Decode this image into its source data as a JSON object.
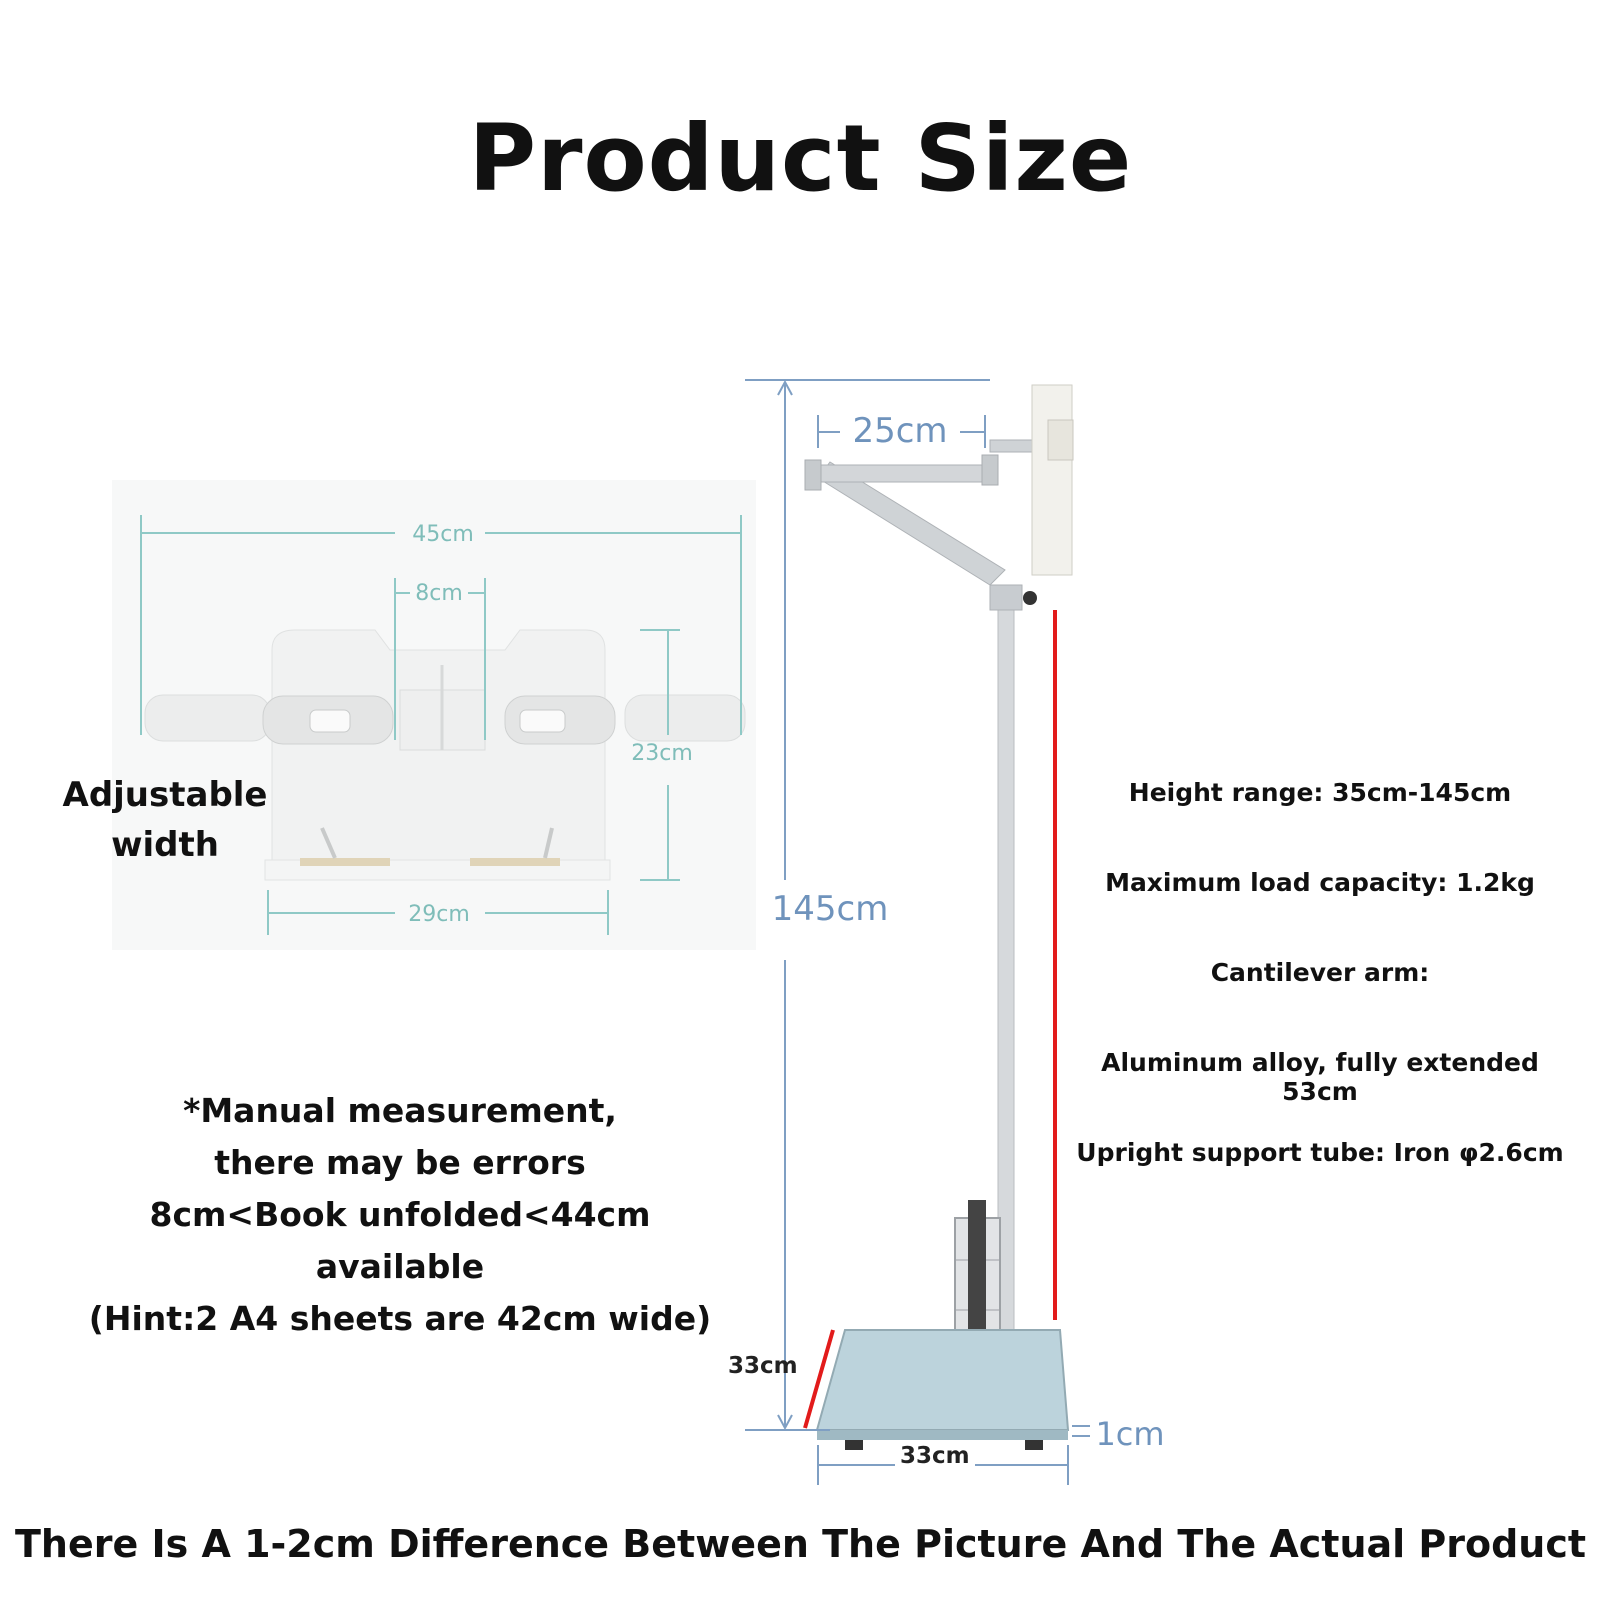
{
  "title": "Product Size",
  "book_holder": {
    "dim_45": "45cm",
    "dim_8": "8cm",
    "dim_23": "23cm",
    "dim_29": "29cm"
  },
  "stand": {
    "dim_25": "25cm",
    "dim_145": "145cm",
    "dim_33_depth": "33cm",
    "dim_33_width": "33cm",
    "dim_1": "1cm"
  },
  "adjustable_width": [
    "Adjustable",
    "width"
  ],
  "manual_note": [
    "*Manual measurement,",
    "there may be errors",
    "8cm<Book unfolded<44cm available",
    "(Hint:2 A4 sheets are 42cm wide)"
  ],
  "specs": [
    "Height range: 35cm-145cm",
    "Maximum load capacity: 1.2kg",
    "Cantilever arm:",
    "Aluminum alloy, fully extended 53cm",
    "Upright support tube: Iron φ2.6cm"
  ],
  "footer": "There Is A 1-2cm Difference Between The Picture And The Actual Product",
  "colors": {
    "dimension_line": "#8fc9c6",
    "stand_dimension": "#7f9fc3",
    "highlight": "#e21b1b"
  }
}
